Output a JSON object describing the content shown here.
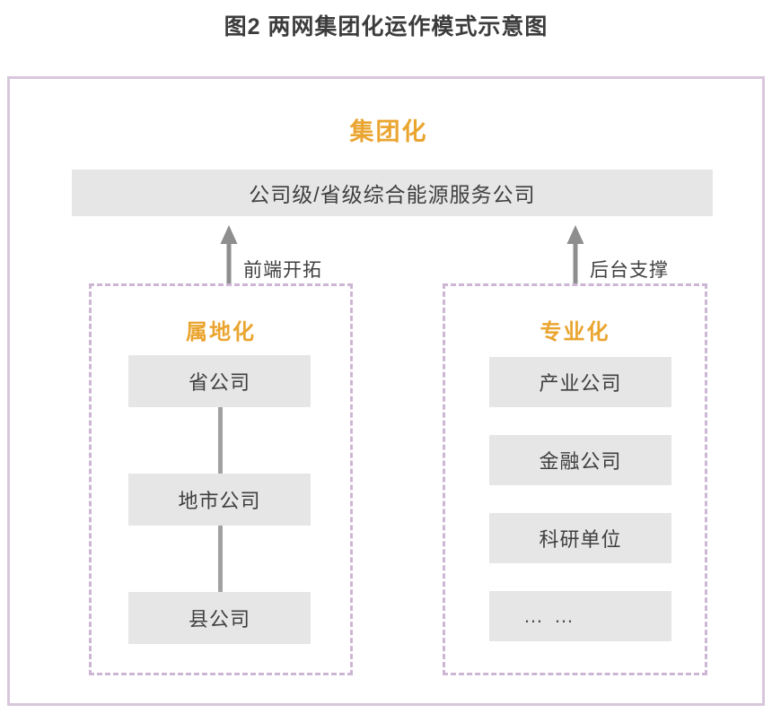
{
  "figure": {
    "title": "图2 两网集团化运作模式示意图"
  },
  "diagram": {
    "group_heading": "集团化",
    "top_entity": "公司级/省级综合能源服务公司",
    "arrows": [
      {
        "name": "front-end",
        "label": "前端开拓",
        "direction": "up"
      },
      {
        "name": "back-office",
        "label": "后台支撑",
        "direction": "up"
      }
    ],
    "panels": [
      {
        "key": "local",
        "heading": "属地化",
        "nodes": [
          {
            "label": "省公司"
          },
          {
            "label": "地市公司"
          },
          {
            "label": "县公司"
          }
        ],
        "connected": true
      },
      {
        "key": "specialized",
        "heading": "专业化",
        "nodes": [
          {
            "label": "产业公司"
          },
          {
            "label": "金融公司"
          },
          {
            "label": "科研单位"
          },
          {
            "label": "… …"
          }
        ],
        "connected": false
      }
    ]
  },
  "colors": {
    "accent_orange": "#eaa530",
    "frame_purple": "#d9c6dd",
    "dashed_purple": "#cdb6d4",
    "box_grey": "#e6e6e6",
    "arrow_grey": "#8e8e8e",
    "text_dark": "#3f3f3f"
  }
}
